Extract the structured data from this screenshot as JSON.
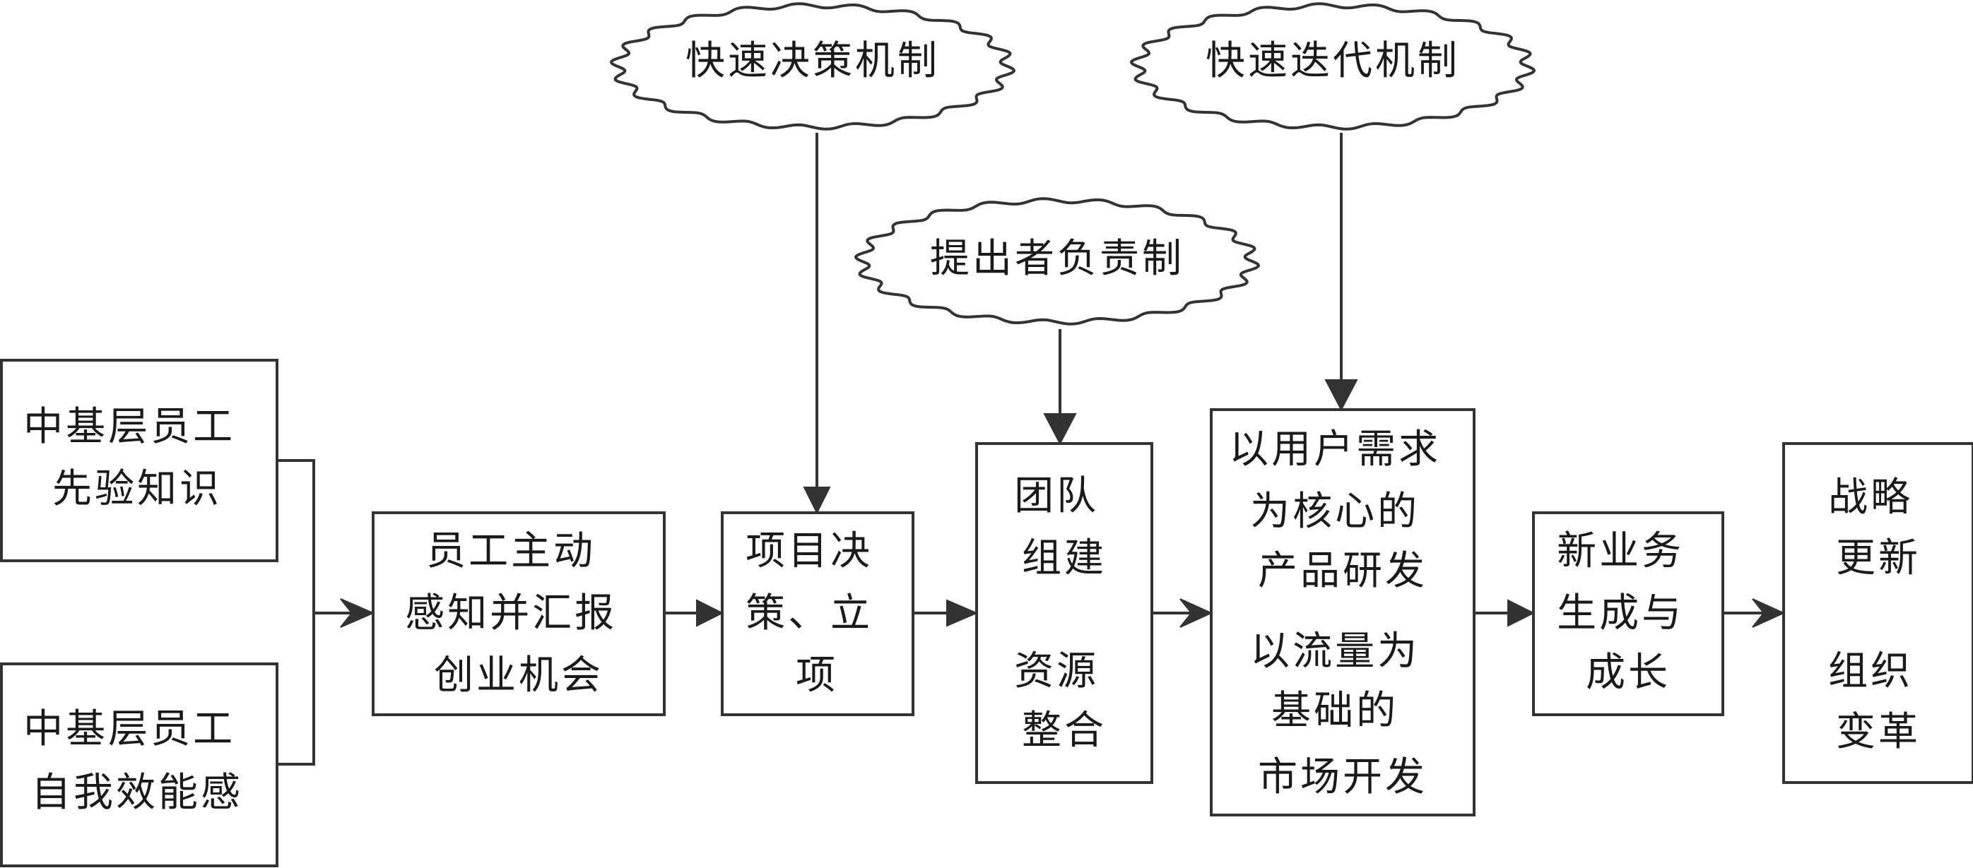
{
  "nodes": {
    "prior_knowledge": [
      "中基层员工",
      "先验知识"
    ],
    "self_efficacy": [
      "中基层员工",
      "自我效能感"
    ],
    "perceive_report": [
      "员工主动",
      "感知并汇报",
      "创业机会"
    ],
    "project_decision": [
      "项目决",
      "策、立",
      "项"
    ],
    "team_building": [
      "团队",
      "组建"
    ],
    "resource_integration": [
      "资源",
      "整合"
    ],
    "product_rd": [
      "以用户需求",
      "为核心的",
      "产品研发"
    ],
    "market_dev": [
      "以流量为",
      "基础的",
      "市场开发"
    ],
    "new_business": [
      "新业务",
      "生成与",
      "成长"
    ],
    "strategic_renewal": [
      "战略",
      "更新"
    ],
    "org_change": [
      "组织",
      "变革"
    ]
  },
  "mechanisms": {
    "fast_decision": "快速决策机制",
    "fast_iteration": "快速迭代机制",
    "proposer_responsibility": "提出者负责制"
  }
}
